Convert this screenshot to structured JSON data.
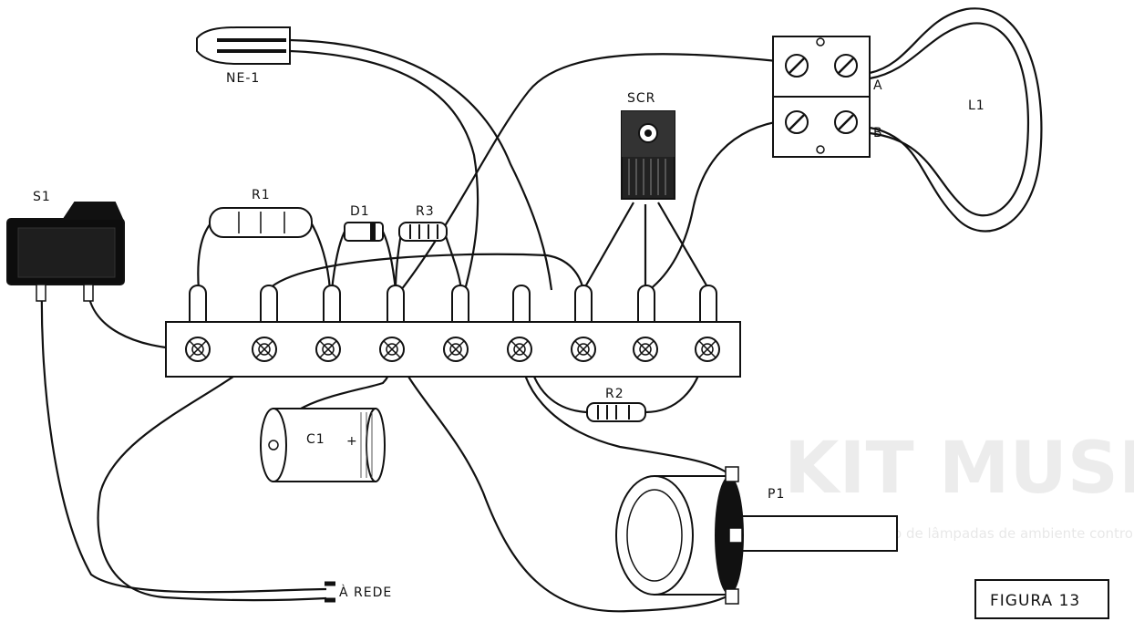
{
  "figure": {
    "caption": "FIGURA 13"
  },
  "components": {
    "neon": "NE-1",
    "switch": "S1",
    "r1": "R1",
    "d1": "D1",
    "r3": "R3",
    "scr": "SCR",
    "r2": "R2",
    "c1": "C1",
    "c1_polarity": "+",
    "p1": "P1",
    "l1": "L1",
    "terminal_a": "A",
    "terminal_b": "B",
    "mains": "À REDE"
  },
  "background_bleed": {
    "heading": "KIT MUSICAL",
    "line": "Um sistema para uso de lâmpadas de ambiente controladas pela música"
  },
  "colors": {
    "ink": "#111111",
    "paper": "#ffffff"
  }
}
